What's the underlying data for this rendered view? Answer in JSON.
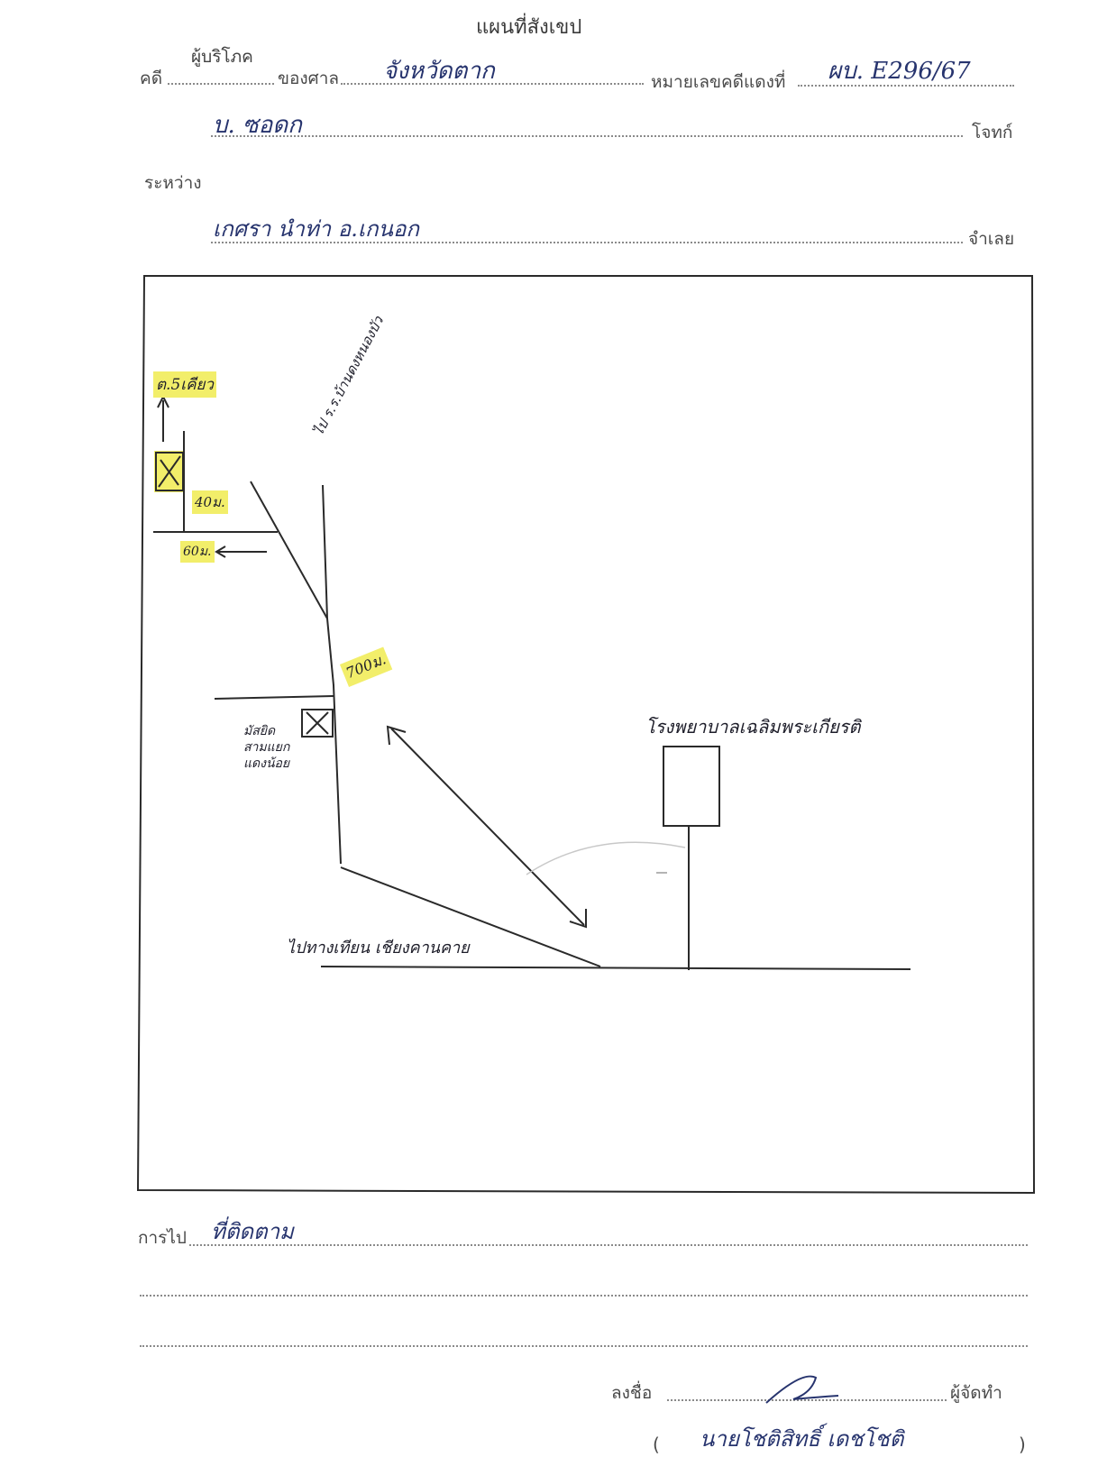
{
  "header": {
    "title": "แผนที่สังเขป",
    "case_label": "คดี",
    "case_type": "ผู้บริโภค",
    "court_label": "ของศาล",
    "court_name": "จังหวัดตาก",
    "red_case_label": "หมายเลขคดีแดงที่",
    "red_case_number": "ผบ. E296/67"
  },
  "parties": {
    "plaintiff_value": "บ. ซอดก",
    "plaintiff_label": "โจทก์",
    "between_label": "ระหว่าง",
    "defendant_value": "เกศรา นำท่า อ.เกนอก",
    "defendant_label": "จำเลย"
  },
  "map": {
    "label_top_left": "ต.5เคียว",
    "label_road": "ไป ร.ร.บ้านดงหนองบัว",
    "label_40m": "40ม.",
    "label_60m": "60ม.",
    "label_700m": "700ม.",
    "label_mosque": "มัสยิด",
    "label_mosque_2": "สามแยก",
    "label_mosque_3": "แดงน้อย",
    "label_hospital": "โรงพยาบาลเฉลิมพระเกียรติ",
    "label_bottom_road": "ไปทางเทียน เชียงคานคาย"
  },
  "footer": {
    "direction_label": "การไป",
    "direction_value": "ที่ติดตาม",
    "signature_label": "ลงชื่อ",
    "preparer_label": "ผู้จัดทำ",
    "open_paren": "(",
    "close_paren": ")",
    "signer_name": "นายโชติสิทธิ์ เดชโชติ"
  }
}
